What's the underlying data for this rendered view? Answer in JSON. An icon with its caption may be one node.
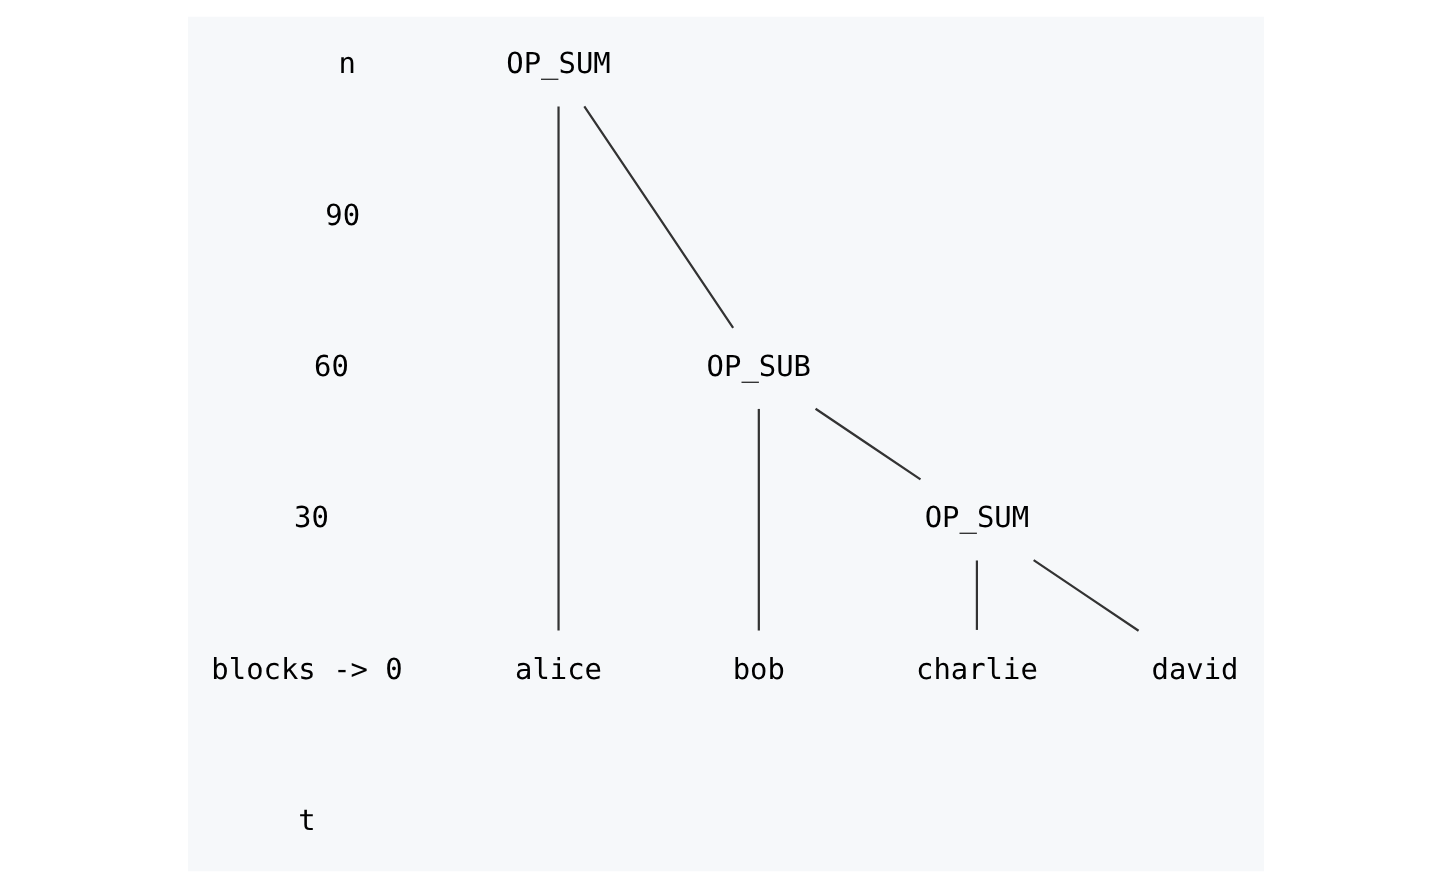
{
  "diagram": {
    "nodes": [
      {
        "text": [
          "OP_SUM"
        ]
      },
      {
        "text": [
          "OP_SUB"
        ]
      },
      {
        "text": [
          "OP_SUM"
        ]
      },
      {
        "text": [
          "alice"
        ]
      },
      {
        "text": [
          "bob"
        ]
      },
      {
        "text": [
          "charlie"
        ]
      },
      {
        "text": [
          "david"
        ]
      }
    ],
    "edges": [
      {
        "from": 0,
        "to": 3,
        "arrow": "none"
      },
      {
        "from": 0,
        "to": 1,
        "arrow": "none"
      },
      {
        "from": 1,
        "to": 4,
        "arrow": "none"
      },
      {
        "from": 1,
        "to": 2,
        "arrow": "none"
      },
      {
        "from": 2,
        "to": 5,
        "arrow": "none"
      },
      {
        "from": 2,
        "to": 6,
        "arrow": "none"
      }
    ],
    "labels": [
      "n",
      "90",
      "60",
      "30",
      "blocks -> 0",
      "t"
    ]
  }
}
